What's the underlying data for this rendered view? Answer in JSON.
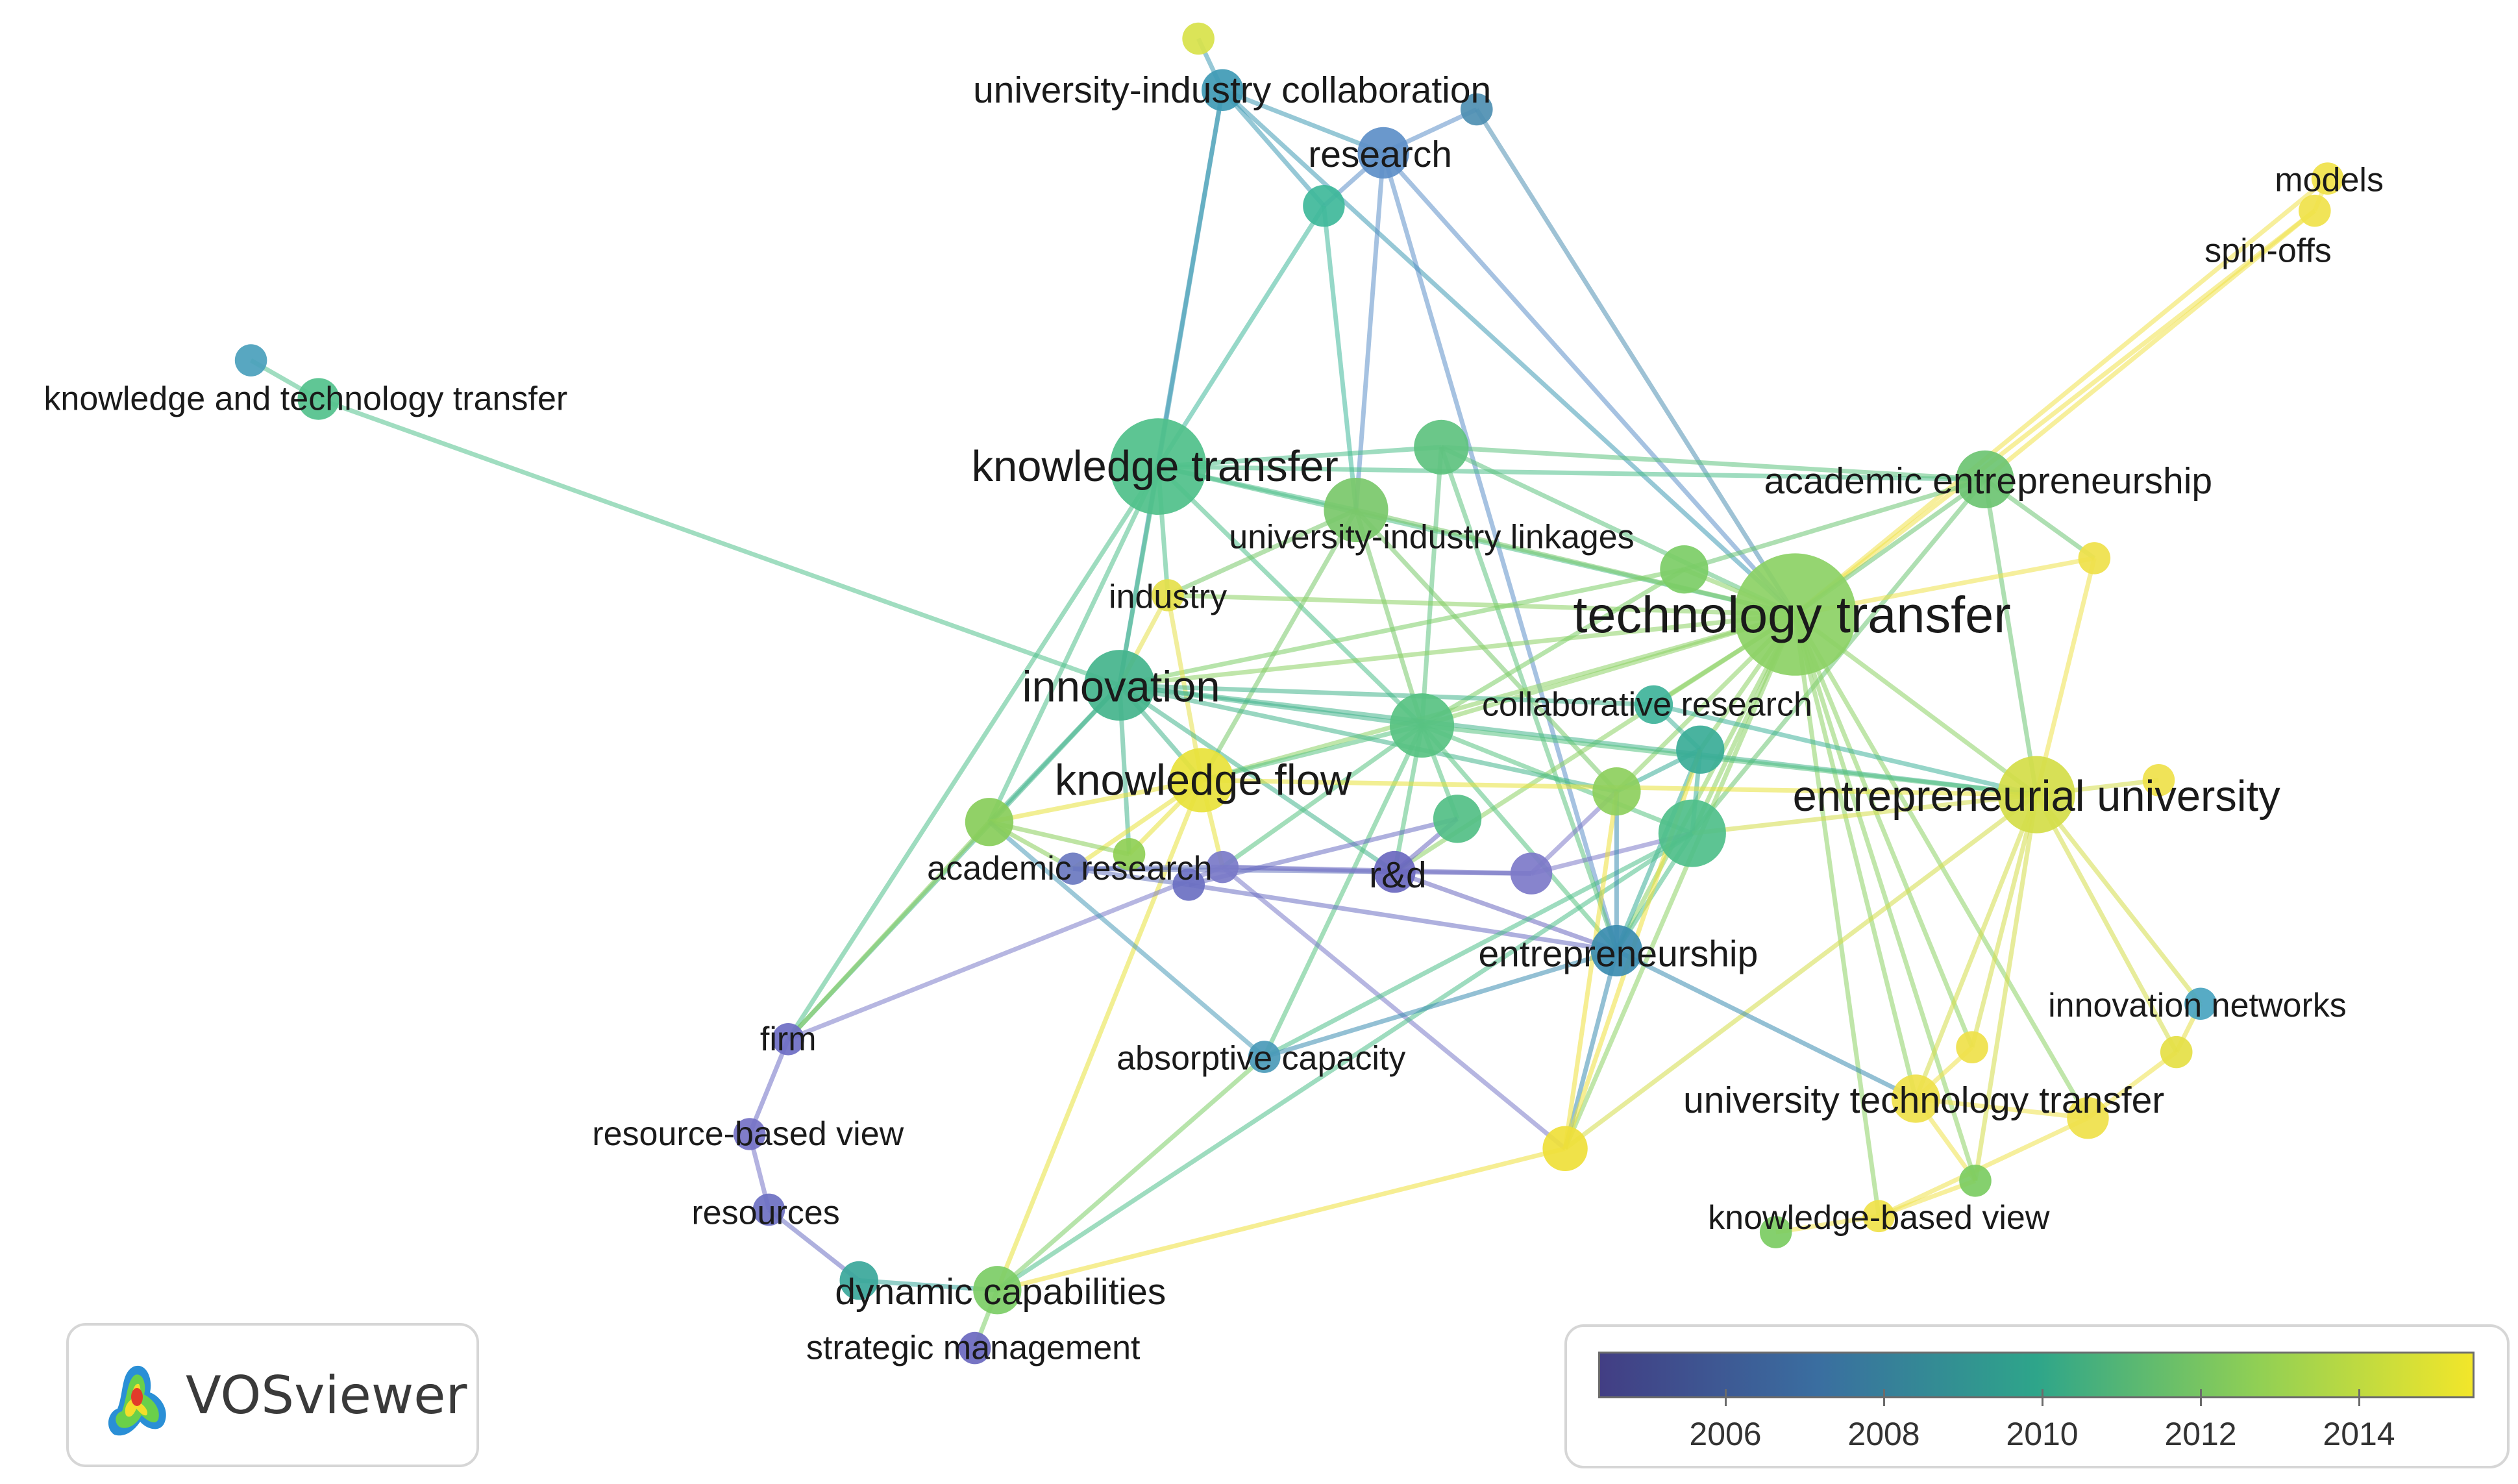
{
  "colorScale": {
    "stops": [
      "#423e84",
      "#3a6ea0",
      "#2ea58a",
      "#8fcf55",
      "#f2e62a"
    ],
    "ticks": [
      "2006",
      "2008",
      "2010",
      "2012",
      "2014"
    ]
  },
  "logo": {
    "text": "VOSviewer"
  },
  "nodes": [
    {
      "id": "univ-ind-collab",
      "label": "university-industry collaboration",
      "fs": "md",
      "color": "#3f9ab5"
    },
    {
      "id": "research",
      "label": "research",
      "fs": "md",
      "color": "#5d8fc8"
    },
    {
      "id": "n-teal-top",
      "label": "",
      "color": "#3fb89a"
    },
    {
      "id": "n-yellow-top",
      "label": "",
      "color": "#d8e24a"
    },
    {
      "id": "n-blue-top",
      "label": "",
      "color": "#4e8fb2"
    },
    {
      "id": "models",
      "label": "models",
      "fs": "sm",
      "color": "#f0e24a"
    },
    {
      "id": "spin-offs",
      "label": "spin-offs",
      "fs": "sm",
      "color": "#f0e24a"
    },
    {
      "id": "kt-transfer-small",
      "label": "knowledge and technology transfer",
      "fs": "sm",
      "color": "#52c18c"
    },
    {
      "id": "n-blue-kt",
      "label": "",
      "color": "#4aa0bc"
    },
    {
      "id": "knowledge-transfer",
      "label": "knowledge transfer",
      "fs": "lg",
      "color": "#4fc08a"
    },
    {
      "id": "univ-ind-linkages",
      "label": "university-industry linkages",
      "fs": "sm",
      "color": "#79c86a"
    },
    {
      "id": "n-green-kt",
      "label": "",
      "color": "#5ec27f"
    },
    {
      "id": "academic-entrepreneurship",
      "label": "academic entrepreneurship",
      "fs": "md",
      "color": "#6cc472"
    },
    {
      "id": "n-yellow-right",
      "label": "",
      "color": "#efe14a"
    },
    {
      "id": "n-green-mid",
      "label": "",
      "color": "#7ccd66"
    },
    {
      "id": "technology-transfer",
      "label": "technology transfer",
      "fs": "xl",
      "color": "#8cd165"
    },
    {
      "id": "industry",
      "label": "industry",
      "fs": "sm",
      "color": "#e5e04a"
    },
    {
      "id": "innovation",
      "label": "innovation",
      "fs": "lg",
      "color": "#44b48c"
    },
    {
      "id": "collaborative-research",
      "label": "collaborative research",
      "fs": "sm",
      "color": "#3fb39a"
    },
    {
      "id": "n-green-center",
      "label": "",
      "color": "#58c282"
    },
    {
      "id": "n-teal-center",
      "label": "",
      "color": "#39ad97"
    },
    {
      "id": "knowledge-flow",
      "label": "knowledge flow",
      "fs": "lg",
      "color": "#e8e23a"
    },
    {
      "id": "entrepreneurial-university",
      "label": "entrepreneurial university",
      "fs": "lg",
      "color": "#d4dd48"
    },
    {
      "id": "n-yellow-eu",
      "label": "",
      "color": "#efe14a"
    },
    {
      "id": "n-green-ar",
      "label": "",
      "color": "#88cd5a"
    },
    {
      "id": "n-green-small",
      "label": "",
      "color": "#8fcf55"
    },
    {
      "id": "academic-research",
      "label": "academic research",
      "fs": "sm",
      "color": "#6a78c0"
    },
    {
      "id": "n-purple-ar",
      "label": "",
      "color": "#6b70c2"
    },
    {
      "id": "n-purple-ar2",
      "label": "",
      "color": "#7a7ac8"
    },
    {
      "id": "n-green-c2",
      "label": "",
      "color": "#52bf86"
    },
    {
      "id": "n-green-c3",
      "label": "",
      "color": "#8dcf5d"
    },
    {
      "id": "rd",
      "label": "r&d",
      "fs": "md",
      "color": "#6a68bf"
    },
    {
      "id": "n-purple-rd",
      "label": "",
      "color": "#7d7ac9"
    },
    {
      "id": "n-green-big",
      "label": "",
      "color": "#4fbf8a"
    },
    {
      "id": "entrepreneurship",
      "label": "entrepreneurship",
      "fs": "md",
      "color": "#3b8cb0"
    },
    {
      "id": "firm",
      "label": "firm",
      "fs": "sm",
      "color": "#6e6ec4"
    },
    {
      "id": "absorptive-capacity",
      "label": "absorptive capacity",
      "fs": "sm",
      "color": "#4a9ab8"
    },
    {
      "id": "innovation-networks",
      "label": "innovation networks",
      "fs": "sm",
      "color": "#49a4c0"
    },
    {
      "id": "n-yellow-in",
      "label": "",
      "color": "#e5df45"
    },
    {
      "id": "n-yellow-utt",
      "label": "",
      "color": "#efe14a"
    },
    {
      "id": "university-technology-transfer",
      "label": "university technology transfer",
      "fs": "md",
      "color": "#efe14a"
    },
    {
      "id": "n-yellow-utt2",
      "label": "",
      "color": "#efe14a"
    },
    {
      "id": "n-yellow-bottom",
      "label": "",
      "color": "#efe03a"
    },
    {
      "id": "resource-based-view",
      "label": "resource-based view",
      "fs": "sm",
      "color": "#7572c6"
    },
    {
      "id": "resources",
      "label": "resources",
      "fs": "sm",
      "color": "#6c70c2"
    },
    {
      "id": "knowledge-based-view",
      "label": "knowledge-based view",
      "fs": "sm",
      "color": "#f0e24a"
    },
    {
      "id": "n-green-kbv",
      "label": "",
      "color": "#7bcc62"
    },
    {
      "id": "n-green-kbv2",
      "label": "",
      "color": "#7bcc62"
    },
    {
      "id": "dynamic-capabilities",
      "label": "dynamic capabilities",
      "fs": "md",
      "color": "#7ccd66"
    },
    {
      "id": "n-teal-dc",
      "label": "",
      "color": "#3aa79a"
    },
    {
      "id": "strategic-management",
      "label": "strategic management",
      "fs": "sm",
      "color": "#6a68bf"
    }
  ],
  "links": [
    [
      "univ-ind-collab",
      "research"
    ],
    [
      "univ-ind-collab",
      "n-teal-top"
    ],
    [
      "univ-ind-collab",
      "n-yellow-top"
    ],
    [
      "univ-ind-collab",
      "knowledge-transfer"
    ],
    [
      "univ-ind-collab",
      "innovation"
    ],
    [
      "univ-ind-collab",
      "technology-transfer"
    ],
    [
      "research",
      "n-blue-top"
    ],
    [
      "research",
      "n-teal-top"
    ],
    [
      "research",
      "technology-transfer"
    ],
    [
      "research",
      "entrepreneurship"
    ],
    [
      "research",
      "univ-ind-linkages"
    ],
    [
      "n-teal-top",
      "knowledge-transfer"
    ],
    [
      "n-teal-top",
      "univ-ind-linkages"
    ],
    [
      "n-blue-top",
      "technology-transfer"
    ],
    [
      "kt-transfer-small",
      "n-blue-kt"
    ],
    [
      "kt-transfer-small",
      "innovation"
    ],
    [
      "models",
      "spin-offs"
    ],
    [
      "models",
      "technology-transfer"
    ],
    [
      "spin-offs",
      "technology-transfer"
    ],
    [
      "spin-offs",
      "academic-entrepreneurship"
    ],
    [
      "knowledge-transfer",
      "innovation"
    ],
    [
      "knowledge-transfer",
      "technology-transfer"
    ],
    [
      "knowledge-transfer",
      "univ-ind-linkages"
    ],
    [
      "knowledge-transfer",
      "industry"
    ],
    [
      "knowledge-transfer",
      "n-green-kt"
    ],
    [
      "knowledge-transfer",
      "n-green-ar"
    ],
    [
      "knowledge-transfer",
      "firm"
    ],
    [
      "knowledge-transfer",
      "n-green-center"
    ],
    [
      "knowledge-transfer",
      "academic-entrepreneurship"
    ],
    [
      "n-green-kt",
      "technology-transfer"
    ],
    [
      "n-green-kt",
      "academic-entrepreneurship"
    ],
    [
      "n-green-kt",
      "n-green-center"
    ],
    [
      "n-green-kt",
      "entrepreneurship"
    ],
    [
      "univ-ind-linkages",
      "technology-transfer"
    ],
    [
      "univ-ind-linkages",
      "n-green-center"
    ],
    [
      "univ-ind-linkages",
      "knowledge-flow"
    ],
    [
      "univ-ind-linkages",
      "industry"
    ],
    [
      "univ-ind-linkages",
      "n-green-c3"
    ],
    [
      "academic-entrepreneurship",
      "technology-transfer"
    ],
    [
      "academic-entrepreneurship",
      "entrepreneurial-university"
    ],
    [
      "academic-entrepreneurship",
      "n-yellow-right"
    ],
    [
      "academic-entrepreneurship",
      "n-green-big"
    ],
    [
      "academic-entrepreneurship",
      "n-green-mid"
    ],
    [
      "n-yellow-right",
      "technology-transfer"
    ],
    [
      "n-yellow-right",
      "entrepreneurial-university"
    ],
    [
      "technology-transfer",
      "innovation"
    ],
    [
      "technology-transfer",
      "entrepreneurial-university"
    ],
    [
      "technology-transfer",
      "n-green-center"
    ],
    [
      "technology-transfer",
      "collaborative-research"
    ],
    [
      "technology-transfer",
      "n-teal-center"
    ],
    [
      "technology-transfer",
      "n-green-big"
    ],
    [
      "technology-transfer",
      "entrepreneurship"
    ],
    [
      "technology-transfer",
      "university-technology-transfer"
    ],
    [
      "technology-transfer",
      "n-yellow-utt"
    ],
    [
      "technology-transfer",
      "knowledge-based-view"
    ],
    [
      "technology-transfer",
      "n-yellow-bottom"
    ],
    [
      "technology-transfer",
      "knowledge-flow"
    ],
    [
      "technology-transfer",
      "industry"
    ],
    [
      "technology-transfer",
      "n-green-mid"
    ],
    [
      "technology-transfer",
      "n-green-c3"
    ],
    [
      "technology-transfer",
      "n-yellow-utt2"
    ],
    [
      "technology-transfer",
      "n-green-kbv"
    ],
    [
      "technology-transfer",
      "rd"
    ],
    [
      "n-green-mid",
      "innovation"
    ],
    [
      "n-green-mid",
      "n-green-center"
    ],
    [
      "industry",
      "innovation"
    ],
    [
      "industry",
      "knowledge-flow"
    ],
    [
      "innovation",
      "n-green-center"
    ],
    [
      "innovation",
      "knowledge-flow"
    ],
    [
      "innovation",
      "entrepreneurial-university"
    ],
    [
      "innovation",
      "n-green-ar"
    ],
    [
      "innovation",
      "n-green-small"
    ],
    [
      "innovation",
      "collaborative-research"
    ],
    [
      "innovation",
      "firm"
    ],
    [
      "innovation",
      "rd"
    ],
    [
      "innovation",
      "n-green-c3"
    ],
    [
      "n-green-center",
      "knowledge-flow"
    ],
    [
      "n-green-center",
      "entrepreneurial-university"
    ],
    [
      "n-green-center",
      "n-green-c2"
    ],
    [
      "n-green-center",
      "rd"
    ],
    [
      "n-green-center",
      "entrepreneurship"
    ],
    [
      "n-green-center",
      "n-purple-ar2"
    ],
    [
      "n-green-center",
      "absorptive-capacity"
    ],
    [
      "n-green-center",
      "n-green-big"
    ],
    [
      "collaborative-research",
      "n-teal-center"
    ],
    [
      "collaborative-research",
      "entrepreneurial-university"
    ],
    [
      "n-teal-center",
      "n-green-big"
    ],
    [
      "n-teal-center",
      "entrepreneurship"
    ],
    [
      "n-teal-center",
      "n-green-c3"
    ],
    [
      "knowledge-flow",
      "n-green-small"
    ],
    [
      "knowledge-flow",
      "academic-research"
    ],
    [
      "knowledge-flow",
      "entrepreneurial-university"
    ],
    [
      "knowledge-flow",
      "n-purple-ar2"
    ],
    [
      "knowledge-flow",
      "n-green-ar"
    ],
    [
      "knowledge-flow",
      "dynamic-capabilities"
    ],
    [
      "entrepreneurial-university",
      "n-yellow-eu"
    ],
    [
      "entrepreneurial-university",
      "n-green-big"
    ],
    [
      "entrepreneurial-university",
      "innovation-networks"
    ],
    [
      "entrepreneurial-university",
      "n-yellow-in"
    ],
    [
      "entrepreneurial-university",
      "university-technology-transfer"
    ],
    [
      "entrepreneurial-university",
      "n-yellow-utt"
    ],
    [
      "entrepreneurial-university",
      "n-yellow-bottom"
    ],
    [
      "entrepreneurial-university",
      "n-green-kbv"
    ],
    [
      "n-green-ar",
      "firm"
    ],
    [
      "n-green-ar",
      "academic-research"
    ],
    [
      "n-green-ar",
      "n-green-small"
    ],
    [
      "academic-research",
      "n-purple-ar"
    ],
    [
      "academic-research",
      "n-purple-ar2"
    ],
    [
      "academic-research",
      "rd"
    ],
    [
      "n-purple-ar2",
      "rd"
    ],
    [
      "n-purple-ar2",
      "firm"
    ],
    [
      "n-purple-ar2",
      "n-purple-rd"
    ],
    [
      "n-purple-ar2",
      "n-yellow-bottom"
    ],
    [
      "n-purple-ar",
      "entrepreneurship"
    ],
    [
      "n-purple-ar",
      "n-green-c2"
    ],
    [
      "rd",
      "entrepreneurship"
    ],
    [
      "rd",
      "n-purple-rd"
    ],
    [
      "rd",
      "n-green-c2"
    ],
    [
      "n-purple-rd",
      "n-green-c3"
    ],
    [
      "n-purple-rd",
      "n-green-big"
    ],
    [
      "n-green-big",
      "entrepreneurship"
    ],
    [
      "n-green-big",
      "dynamic-capabilities"
    ],
    [
      "n-green-big",
      "absorptive-capacity"
    ],
    [
      "entrepreneurship",
      "university-technology-transfer"
    ],
    [
      "entrepreneurship",
      "n-yellow-bottom"
    ],
    [
      "entrepreneurship",
      "absorptive-capacity"
    ],
    [
      "entrepreneurship",
      "n-green-c3"
    ],
    [
      "n-yellow-bottom",
      "dynamic-capabilities"
    ],
    [
      "n-yellow-bottom",
      "n-green-c3"
    ],
    [
      "n-yellow-bottom",
      "n-teal-center"
    ],
    [
      "university-technology-transfer",
      "n-yellow-utt2"
    ],
    [
      "university-technology-transfer",
      "n-green-kbv"
    ],
    [
      "n-yellow-utt2",
      "n-yellow-in"
    ],
    [
      "n-yellow-utt2",
      "knowledge-based-view"
    ],
    [
      "n-yellow-in",
      "innovation-networks"
    ],
    [
      "knowledge-based-view",
      "n-green-kbv"
    ],
    [
      "knowledge-based-view",
      "n-green-kbv2"
    ],
    [
      "n-yellow-utt",
      "university-technology-transfer"
    ],
    [
      "firm",
      "resource-based-view"
    ],
    [
      "resource-based-view",
      "resources"
    ],
    [
      "resources",
      "n-teal-dc"
    ],
    [
      "n-teal-dc",
      "dynamic-capabilities"
    ],
    [
      "dynamic-capabilities",
      "strategic-management"
    ],
    [
      "dynamic-capabilities",
      "absorptive-capacity"
    ],
    [
      "absorptive-capacity",
      "n-green-ar"
    ]
  ]
}
